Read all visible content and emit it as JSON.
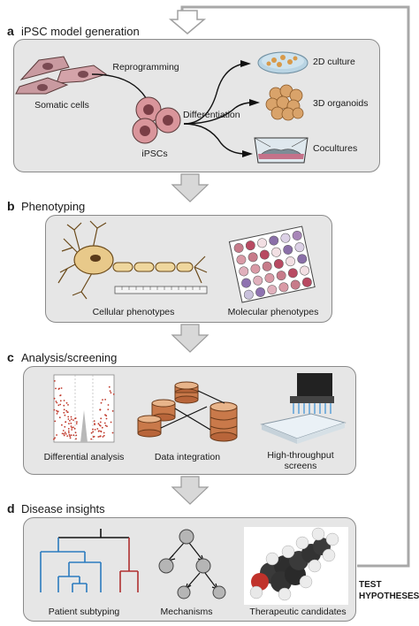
{
  "sections": {
    "a": {
      "letter": "a",
      "title": "iPSC model generation"
    },
    "b": {
      "letter": "b",
      "title": "Phenotyping"
    },
    "c": {
      "letter": "c",
      "title": "Analysis/screening"
    },
    "d": {
      "letter": "d",
      "title": "Disease insights"
    }
  },
  "panel_a": {
    "somatic": "Somatic cells",
    "reprogramming": "Reprogramming",
    "ipscs": "iPSCs",
    "differentiation": "Differentiation",
    "culture2d": "2D culture",
    "organoids3d": "3D organoids",
    "cocultures": "Cocultures"
  },
  "panel_b": {
    "cellular": "Cellular phenotypes",
    "molecular": "Molecular phenotypes"
  },
  "panel_c": {
    "differential": "Differential analysis",
    "integration": "Data integration",
    "screens_line1": "High-throughput",
    "screens_line2": "screens"
  },
  "panel_d": {
    "subtyping": "Patient subtyping",
    "mechanisms": "Mechanisms",
    "therapeutic": "Therapeutic candidates"
  },
  "feedback": {
    "line1": "TEST",
    "line2": "HYPOTHESES"
  },
  "colors": {
    "panel_bg": "#e6e6e6",
    "arrow_gray": "#bdbdbd",
    "cell_pink": "#d49aa0",
    "neuron_tan": "#e8c98a",
    "dendro_blue": "#2b7bbf",
    "dendro_red": "#b03030",
    "volcano_red": "#c0392b"
  }
}
